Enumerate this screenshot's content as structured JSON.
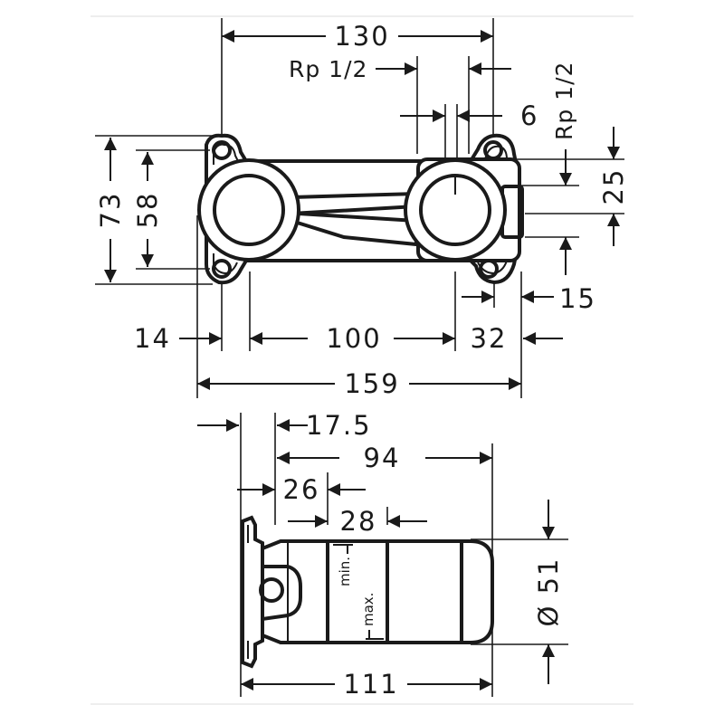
{
  "dimensions": {
    "d130": "130",
    "rp_left": "Rp 1/2",
    "rp_right": "Rp 1/2",
    "d6": "6",
    "d73": "73",
    "d58": "58",
    "d25": "25",
    "d15": "15",
    "d14": "14",
    "d100": "100",
    "d32": "32",
    "d159": "159",
    "d17_5": "17.5",
    "d94": "94",
    "d26": "26",
    "d28": "28",
    "d51": "Ø 51",
    "d111": "111"
  },
  "labels": {
    "min": "min.",
    "max": "max."
  }
}
